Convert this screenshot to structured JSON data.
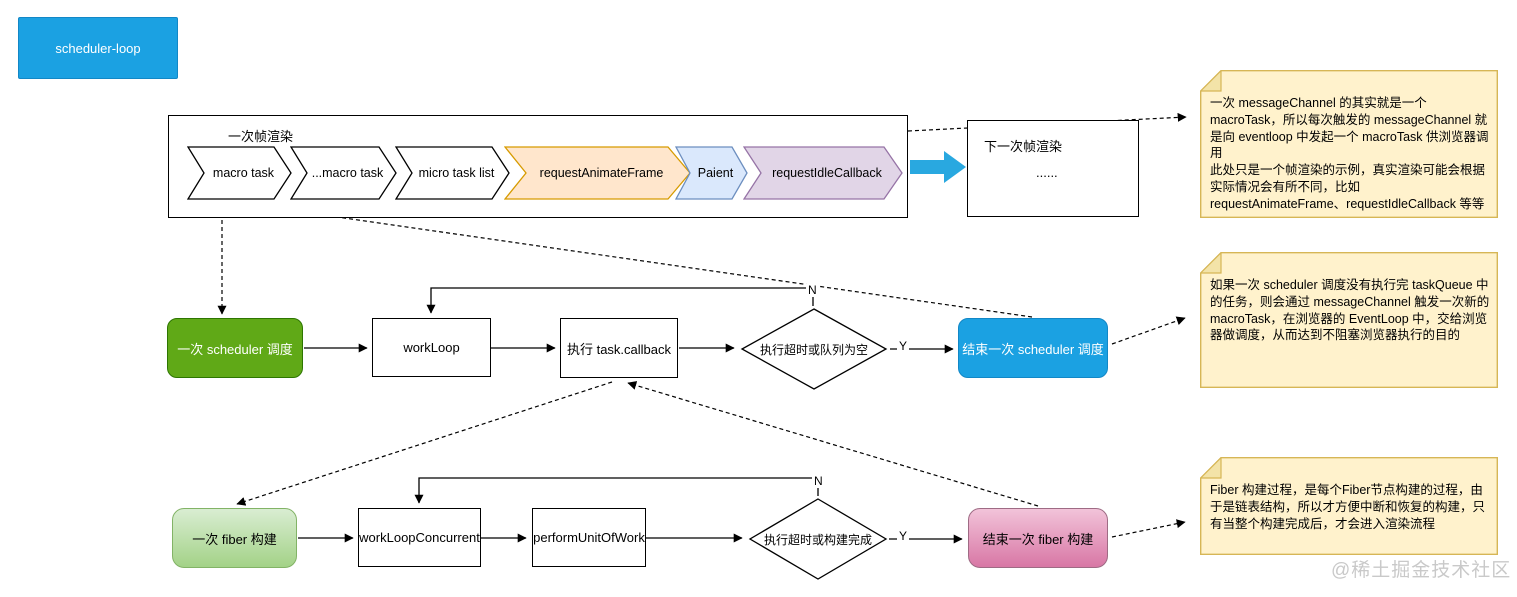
{
  "diagram": {
    "legend": "scheduler-loop",
    "frame": {
      "title": "一次帧渲染",
      "chevrons": [
        {
          "label": "macro task"
        },
        {
          "label": "...macro task"
        },
        {
          "label": "micro task list"
        },
        {
          "label": "requestAnimateFrame"
        },
        {
          "label": "Paient"
        },
        {
          "label": "requestIdleCallback"
        }
      ]
    },
    "next_frame": {
      "title": "下一次帧渲染",
      "ellipsis": "......"
    },
    "scheduler_flow": {
      "start": "一次 scheduler 调度",
      "work_loop": "workLoop",
      "exec_callback": "执行 task.callback",
      "decision": "执行超时或队列为空",
      "label_yes": "Y",
      "label_no": "N",
      "end": "结束一次 scheduler 调度"
    },
    "fiber_flow": {
      "start": "一次 fiber 构建",
      "work_loop_concurrent": "workLoopConcurrent",
      "perform_unit_of_work": "performUnitOfWork",
      "decision": "执行超时或构建完成",
      "label_yes": "Y",
      "label_no": "N",
      "end": "结束一次 fiber 构建"
    },
    "notes": [
      {
        "text": "一次 messageChannel 的其实就是一个 macroTask，所以每次触发的 messageChannel 就是向 eventloop 中发起一个 macroTask 供浏览器调用\n此处只是一个帧渲染的示例，真实渲染可能会根据实际情况会有所不同，比如 requestAnimateFrame、requestIdleCallback 等等"
      },
      {
        "text": "如果一次 scheduler 调度没有执行完 taskQueue 中的任务，则会通过 messageChannel 触发一次新的 macroTask，在浏览器的 EventLoop 中，交给浏览器做调度，从而达到不阻塞浏览器执行的目的"
      },
      {
        "text": "Fiber 构建过程，是每个Fiber节点构建的过程，由于是链表结构，所以才方便中断和恢复的构建，只有当整个构建完成后，才会进入渲染流程"
      }
    ],
    "watermark": "@稀土掘金技术社区",
    "colors": {
      "accent_blue": "#1BA1E2",
      "solid_green": "#60A917",
      "gradient_green_light": "#D9EDD2",
      "gradient_green_dark": "#A3D287",
      "gradient_pink_light": "#F2C3D9",
      "gradient_pink_dark": "#D877A5",
      "note_fill": "#FFF2CC",
      "note_border": "#D6B656",
      "chevron_orange_fill": "#FFE6CC",
      "chevron_orange_border": "#D79B00",
      "chevron_blue_fill": "#DAE8FC",
      "chevron_blue_border": "#6C8EBF",
      "chevron_purple_fill": "#E1D5E7",
      "chevron_purple_border": "#9673A6",
      "thick_arrow_blue": "#29A8E0"
    }
  }
}
